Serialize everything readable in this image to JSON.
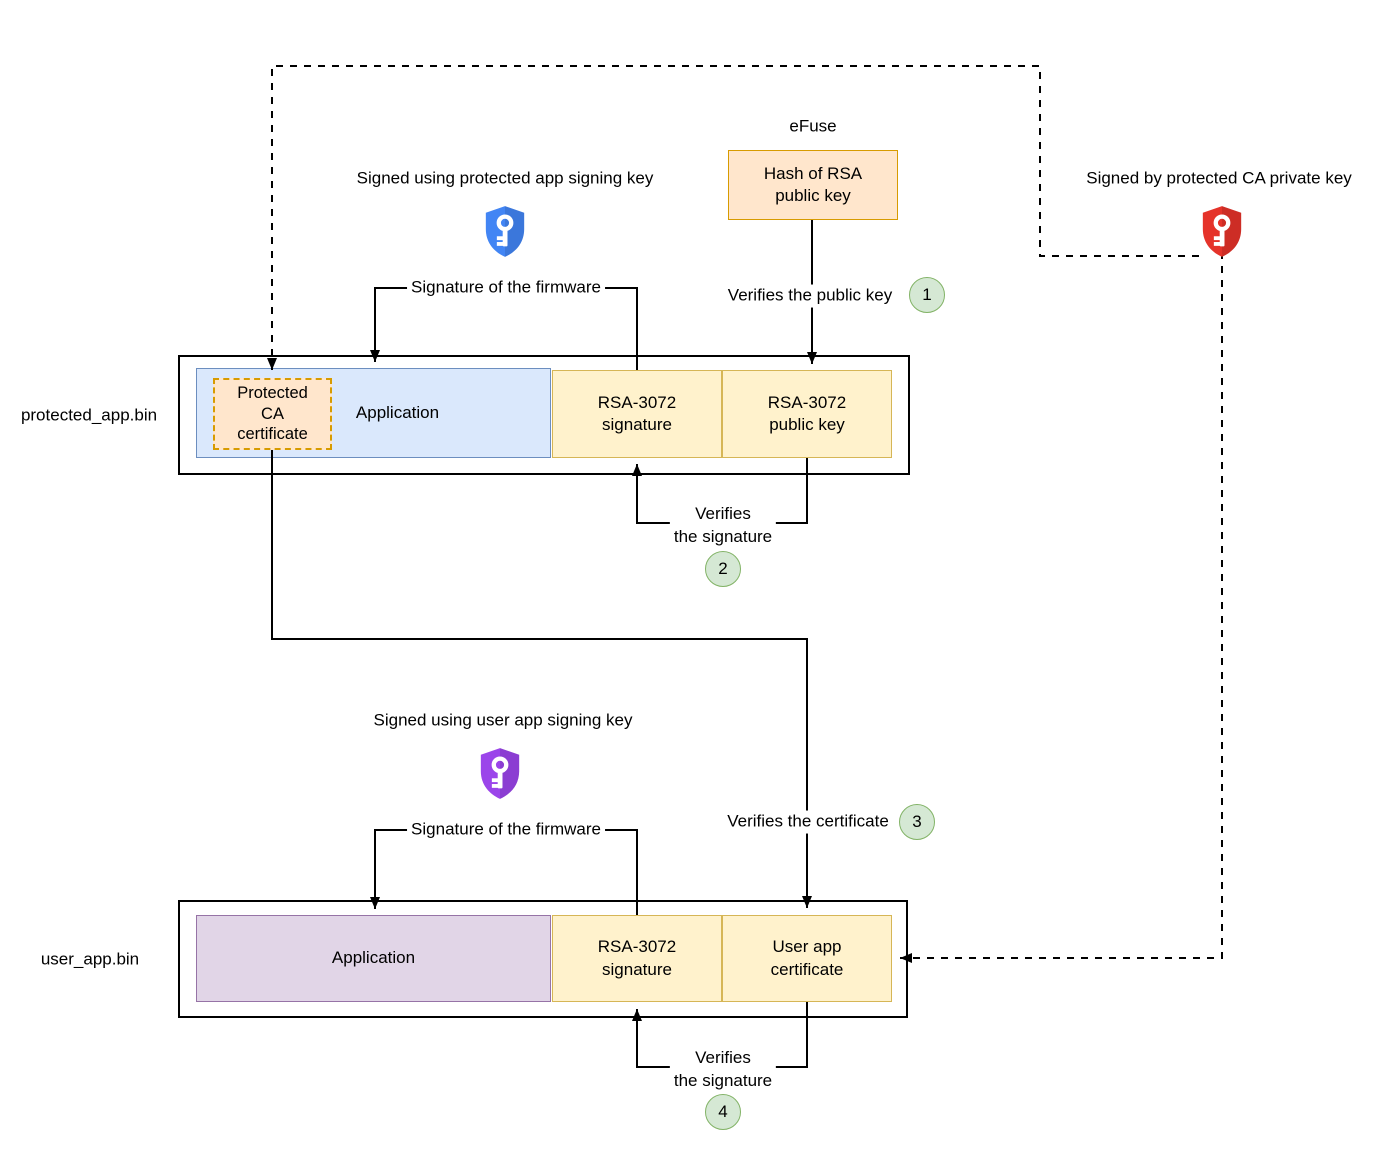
{
  "colors": {
    "node_orange_fill": "#ffe6cc",
    "node_orange_border": "#d79b00",
    "node_blue_fill": "#dae8fc",
    "node_blue_border": "#6c8ebf",
    "node_yellow_fill": "#fff2cc",
    "node_yellow_border": "#d6b656",
    "node_purple_fill": "#e1d5e7",
    "node_purple_border": "#9673a6",
    "step_circle_fill": "#d5e8d4",
    "step_circle_border": "#82b366",
    "shield_blue": "#4285f4",
    "shield_purple": "#9b45ea",
    "shield_red": "#e5332a",
    "wire_color": "#000000"
  },
  "efuse": {
    "title": "eFuse",
    "box_label": "Hash of RSA\npublic key"
  },
  "annotations": {
    "signed_using_protected_key": "Signed using protected app signing key",
    "signed_by_ca_private_key": "Signed by protected CA private key",
    "signed_using_user_key": "Signed using user app signing key",
    "signature_of_the_firmware": "Signature of the firmware",
    "verifies_the_public_key": "Verifies the public key",
    "verifies_the_signature": "Verifies\nthe signature",
    "verifies_the_certificate": "Verifies the certificate"
  },
  "steps": [
    "1",
    "2",
    "3",
    "4"
  ],
  "protected_app": {
    "file_label": "protected_app.bin",
    "ca_certificate": "Protected\nCA\ncertificate",
    "application": "Application",
    "signature": "RSA-3072\nsignature",
    "public_key": "RSA-3072\npublic key"
  },
  "user_app": {
    "file_label": "user_app.bin",
    "application": "Application",
    "signature": "RSA-3072\nsignature",
    "certificate": "User app\ncertificate"
  }
}
